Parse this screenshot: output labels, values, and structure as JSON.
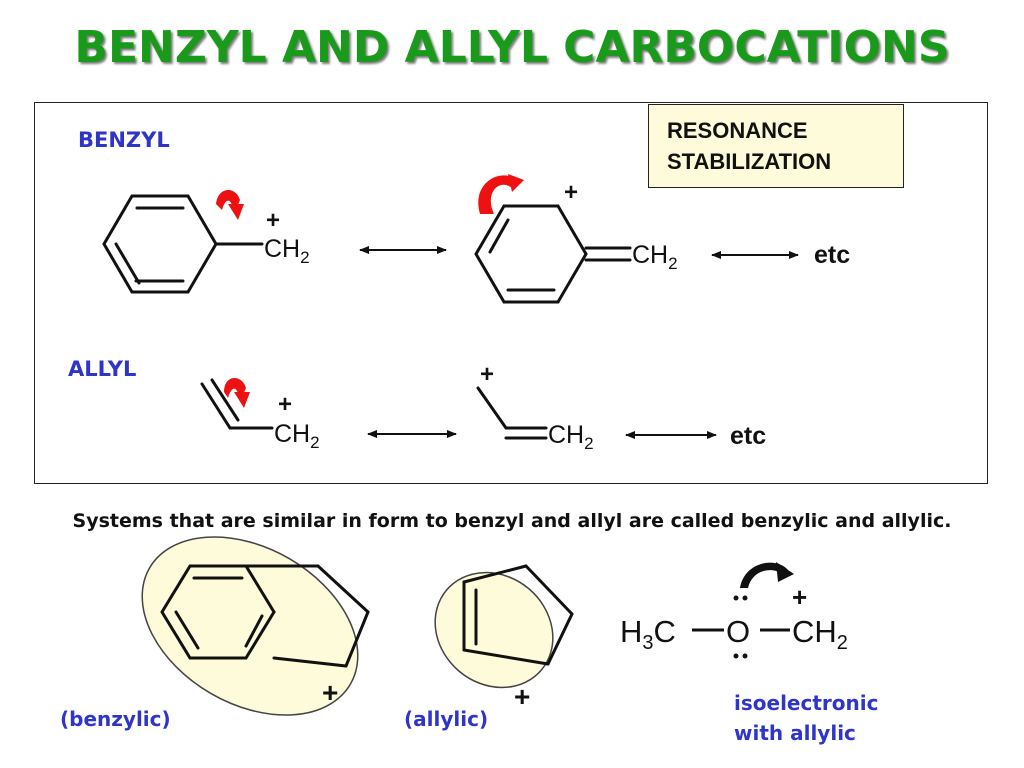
{
  "title": "BENZYL AND ALLYL CARBOCATIONS",
  "resonance_box": {
    "line1": "RESONANCE",
    "line2": "STABILIZATION"
  },
  "labels": {
    "benzyl": "BENZYL",
    "allyl": "ALLYL"
  },
  "formulas": {
    "ch": "CH",
    "sub2": "2",
    "h": "H",
    "sub3": "3",
    "c": "C",
    "o": "O",
    "plus": "+",
    "etc": "etc"
  },
  "note": "Systems that are similar in form to benzyl and allyl are called benzylic and allylic.",
  "bottom_labels": {
    "benzylic": "(benzylic)",
    "allylic": "(allylic)",
    "iso_line1": "isoelectronic",
    "iso_line2": "with allylic"
  },
  "colors": {
    "title": "#1a9a1a",
    "label": "#2e35c8",
    "arrow": "#ee1111",
    "highlight": "#fdfbd9"
  }
}
